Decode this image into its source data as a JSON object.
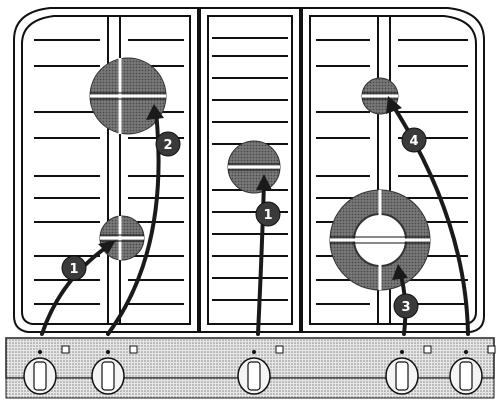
{
  "diagram": {
    "subject": "gas-cooktop-grates-and-control-knobs",
    "callouts": [
      {
        "id": "burner-left-front",
        "label": "1"
      },
      {
        "id": "burner-left-rear",
        "label": "2"
      },
      {
        "id": "burner-center",
        "label": "1"
      },
      {
        "id": "burner-right-front",
        "label": "3"
      },
      {
        "id": "burner-right-rear",
        "label": "4"
      }
    ],
    "colors": {
      "line": "#111111",
      "burner_fill": "#6f6f6f",
      "badge": "#3a3a3a",
      "arrow": "#1a1a1a",
      "panel": "#d9d9d9",
      "background": "#ffffff"
    },
    "icons": [
      "knob-icon",
      "indicator-dot-icon"
    ]
  }
}
